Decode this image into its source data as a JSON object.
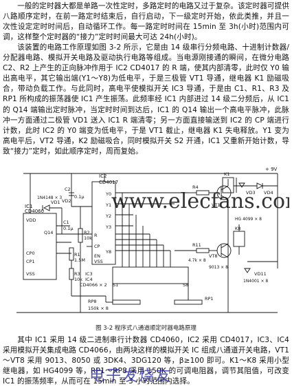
{
  "paragraphs": {
    "p1": "一般的定时器大都是单路一次性定时，多路定时的电路又过于复杂。该定时器可提供八路顺序定时，在前一路定时结束后，自行启动，下一级定时开始，依此类推，并且一次性设定定时时间后，自动循环工作。每一路定时时间在 15min 至 3h(小时)范围内可调，这样整个定时器的“接力”定时时间最大可达 24h(小时)。",
    "p2": "该装置的电路工作原理如图 3-2 所示，它是由 14 级串行分频电路、十进制计数器/分配器电路、模拟开关电路及驱动执行电路等组成。当电源刚接通的瞬间，在微分电路 C2、R2 上产生的正向脉冲作用于 IC2 CD4017 的 R 端，使其内部清零，此时仅 Y0 输出高电平，其它输出端(Y1～Y8)为低电平，于是三极管 VT1 导通，继电器 K1 励磁吸合，带动负载工作。与此同时，高电平使模拟开关 IC3 导通，于是由 C1、R1、R3 及 RP1 所构成的振荡器使 IC1 产生振荡。此频率经 IC1 内部进过 14 级二分频后，从 IC1 的 Q14 端输出定时脉冲，当定时时间到达后，IC1 的 Q14 输出一个高电平脉冲，此脉冲一方面通过二极管 VD1 送入 IC1 R 端清零；另一方面直接输送到 IC2 的 CP 端进行计数，此时 IC2 的 Y0 端变为低电平，于是 VT1 截止，继电器 K1 失电释放。Y1 变为高电平后，VT2 导通，K2 励磁吸合，同时模拟开关 S2 开通，IC1 又重新开始计数，导致“接力”定时，如此顺序定时，周而复始。",
    "p3": "其中 IC1 采用 14 级二进制串行计数器 CD4060，IC2 采用 CD4017，IC3、IC4 采用模拟开关集成电路 CD4066，由两块这样的模拟开关 IC 组成八通道开关电路，VT1～VT8 采用 9013、8050 或 3DK4、3DG120 等，β≥100 即可。K1～K8 采用小型继电器，如 HG4099 等，RP1～RP8 采用 150K 的可调电阻器，调节其阻值，可改变 IC1 的振荡频率，从而可在 15min 至 3 小时范围内选择。"
  },
  "figure": {
    "caption": "图 3-2    程序式八通道顺定时器电路原理",
    "labels": {
      "ic1": "IC1",
      "ic1_part": "CD4060",
      "ic2": "IC2",
      "ic2_part": "CD4017",
      "ic3": "IC3",
      "ic4": "IC4",
      "ic34_part": "CD4066 × 2",
      "vdd": "VDD",
      "vss": "VSS",
      "cp": "CP",
      "en": "EN",
      "r": "R",
      "cp0": "CP0",
      "cp1": "CP1",
      "q14": "Q14",
      "y0": "Y0",
      "y1": "Y1",
      "y2": "Y2",
      "y3": "Y3",
      "y8": "Y8",
      "c1": "C1",
      "c1_val": "0.1μ",
      "c2": "C2",
      "c2_val": "0.1μ",
      "r1": "R1",
      "r1_val": "1.5M",
      "r2": "R2",
      "r2_val": "10k",
      "r3": "R3",
      "r3_val": "10k",
      "r4": "R4",
      "r11": "R11",
      "r11_val": "4.7k × 8",
      "vd1": "VD1",
      "vd2": "VD2",
      "vd_part": "1N4148 × 3",
      "vd3": "VD3",
      "vd4": "VD4",
      "vd11": "VD11",
      "vd11_part": "1N4001 × 8",
      "k1": "K1",
      "k8": "K8",
      "k_part": "HG 4099 × 8",
      "vt1": "VT1",
      "vt8": "VT8",
      "vt_part": "9013 × 8",
      "rp1": "RP1",
      "rp8": "RP8",
      "rp_val": "150k × 8",
      "supply": "+ 9V",
      "s1": "S1",
      "s8": "S8"
    },
    "watermark": "www.elecfans.com",
    "watermark_cn": "电子发烧友"
  }
}
